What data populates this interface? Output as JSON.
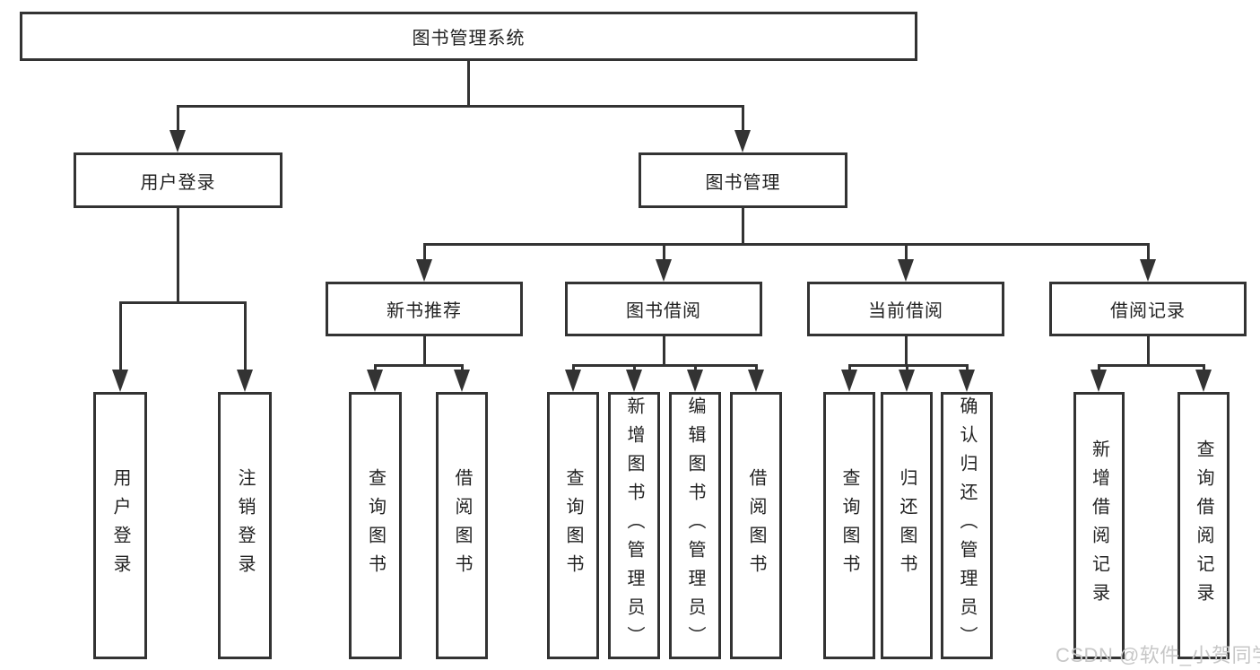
{
  "diagram": {
    "root": "图书管理系统",
    "level2": [
      "用户登录",
      "图书管理"
    ],
    "level3": [
      "新书推荐",
      "图书借阅",
      "当前借阅",
      "借阅记录"
    ],
    "leaves": {
      "user_login": [
        "用户登录",
        "注销登录"
      ],
      "new_book": [
        "查询图书",
        "借阅图书"
      ],
      "borrowing": [
        "查询图书",
        "新增图书（管理员）",
        "编辑图书（管理员）",
        "借阅图书"
      ],
      "current": [
        "查询图书",
        "归还图书",
        "确认归还（管理员）"
      ],
      "records": [
        "新增借阅记录",
        "查询借阅记录"
      ]
    }
  },
  "watermark": {
    "text": "CSDN @软件_小贺同学"
  },
  "colors": {
    "line": "#333333",
    "text": "#222222",
    "watermark": "#c7c7c7",
    "background": "#ffffff"
  }
}
